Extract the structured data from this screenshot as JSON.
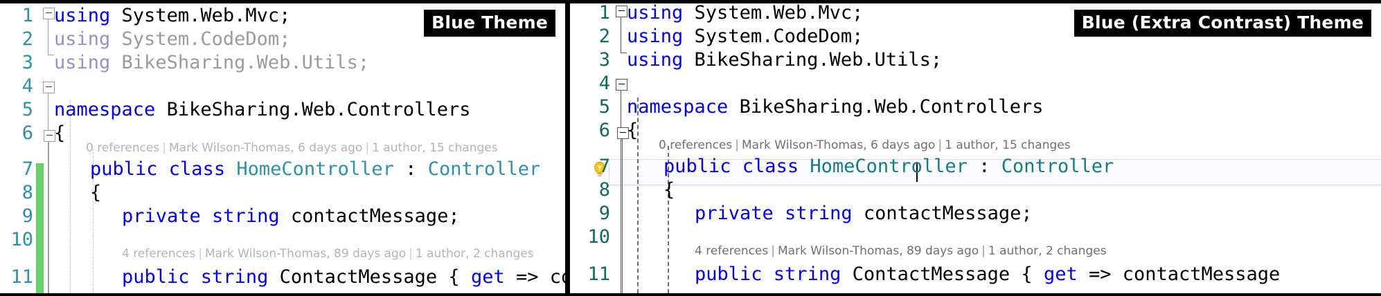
{
  "panels": [
    {
      "id": "left",
      "badge": "Blue Theme",
      "line_number_color": "#2b91af",
      "lines": [
        {
          "num": "1",
          "segments": [
            {
              "t": "using ",
              "c": "kw"
            },
            {
              "t": "System.Web.Mvc;",
              "c": "plain"
            }
          ]
        },
        {
          "num": "2",
          "segments": [
            {
              "t": "using ",
              "c": "kw-dim"
            },
            {
              "t": "System.CodeDom;",
              "c": "txt-dim"
            }
          ]
        },
        {
          "num": "3",
          "segments": [
            {
              "t": "using ",
              "c": "kw-dim"
            },
            {
              "t": "BikeSharing.Web.Utils;",
              "c": "txt-dim"
            }
          ]
        },
        {
          "num": "4",
          "segments": []
        },
        {
          "num": "5",
          "segments": [
            {
              "t": "namespace ",
              "c": "kw"
            },
            {
              "t": "BikeSharing.Web.Controllers",
              "c": "plain"
            }
          ]
        },
        {
          "num": "6",
          "segments": [
            {
              "t": "{",
              "c": "plain"
            }
          ]
        },
        {
          "num": "7",
          "segments": [
            {
              "t": "public ",
              "c": "kw"
            },
            {
              "t": "class ",
              "c": "kw"
            },
            {
              "t": "HomeController",
              "c": "type"
            },
            {
              "t": " : ",
              "c": "plain"
            },
            {
              "t": "Controller",
              "c": "type"
            }
          ]
        },
        {
          "num": "8",
          "segments": [
            {
              "t": "{",
              "c": "plain"
            }
          ]
        },
        {
          "num": "9",
          "segments": [
            {
              "t": "private ",
              "c": "kw"
            },
            {
              "t": "string ",
              "c": "kw"
            },
            {
              "t": "contactMessage;",
              "c": "plain"
            }
          ]
        },
        {
          "num": "10",
          "segments": []
        },
        {
          "num": "11",
          "segments": [
            {
              "t": "public ",
              "c": "kw"
            },
            {
              "t": "string ",
              "c": "kw"
            },
            {
              "t": "ContactMessage { ",
              "c": "plain"
            },
            {
              "t": "get ",
              "c": "kw"
            },
            {
              "t": "=> contactMessage",
              "c": "plain"
            }
          ]
        }
      ],
      "codelens": [
        {
          "refs": "0 references",
          "author": "Mark Wilson-Thomas, 6 days ago",
          "changes": "1 author, 15 changes"
        },
        {
          "refs": "4 references",
          "author": "Mark Wilson-Thomas, 89 days ago",
          "changes": "1 author, 2 changes"
        }
      ]
    },
    {
      "id": "right",
      "badge": "Blue (Extra Contrast) Theme",
      "line_number_color": "#0e6b5e",
      "lines": [
        {
          "num": "1",
          "segments": [
            {
              "t": "using ",
              "c": "kw"
            },
            {
              "t": "System.Web.Mvc;",
              "c": "plain"
            }
          ]
        },
        {
          "num": "2",
          "segments": [
            {
              "t": "using ",
              "c": "kw"
            },
            {
              "t": "System.CodeDom;",
              "c": "plain"
            }
          ]
        },
        {
          "num": "3",
          "segments": [
            {
              "t": "using ",
              "c": "kw"
            },
            {
              "t": "BikeSharing.Web.Utils;",
              "c": "plain"
            }
          ]
        },
        {
          "num": "4",
          "segments": []
        },
        {
          "num": "5",
          "segments": [
            {
              "t": "namespace ",
              "c": "kw"
            },
            {
              "t": "BikeSharing.Web.Controllers",
              "c": "plain"
            }
          ]
        },
        {
          "num": "6",
          "segments": [
            {
              "t": "{",
              "c": "plain"
            }
          ]
        },
        {
          "num": "7",
          "segments": [
            {
              "t": "public ",
              "c": "kw"
            },
            {
              "t": "class ",
              "c": "kw"
            },
            {
              "t": "HomeController",
              "c": "type-hc"
            },
            {
              "t": " : ",
              "c": "plain"
            },
            {
              "t": "Controller",
              "c": "type-hc"
            }
          ]
        },
        {
          "num": "8",
          "segments": [
            {
              "t": "{",
              "c": "plain"
            }
          ]
        },
        {
          "num": "9",
          "segments": [
            {
              "t": "private ",
              "c": "kw"
            },
            {
              "t": "string ",
              "c": "kw"
            },
            {
              "t": "contactMessage;",
              "c": "plain"
            }
          ]
        },
        {
          "num": "10",
          "segments": []
        },
        {
          "num": "11",
          "segments": [
            {
              "t": "public ",
              "c": "kw"
            },
            {
              "t": "string ",
              "c": "kw"
            },
            {
              "t": "ContactMessage { ",
              "c": "plain"
            },
            {
              "t": "get ",
              "c": "kw"
            },
            {
              "t": "=> contactMessage",
              "c": "plain"
            }
          ]
        }
      ],
      "codelens": [
        {
          "refs": "0 references",
          "author": "Mark Wilson-Thomas, 6 days ago",
          "changes": "1 author, 15 changes"
        },
        {
          "refs": "4 references",
          "author": "Mark Wilson-Thomas, 89 days ago",
          "changes": "1 author, 2 changes"
        }
      ]
    }
  ],
  "icons": {
    "collapse": "collapse-minus-icon",
    "lightbulb": "lightbulb-icon",
    "change_bar": "change-bar-icon"
  },
  "colors": {
    "keyword": "#0000ff",
    "keyword_dim": "#8f93cf",
    "text_dim": "#9b9b9b",
    "type": "#2b91af",
    "type_high_contrast": "#107d87",
    "line_number": "#2b91af",
    "line_number_high_contrast": "#0e6b5e",
    "change_bar_green": "#64d264",
    "codelens_dim": "#b4b4b4",
    "codelens_high_contrast": "#707070",
    "badge_background": "#000000",
    "badge_text": "#ffffff"
  }
}
